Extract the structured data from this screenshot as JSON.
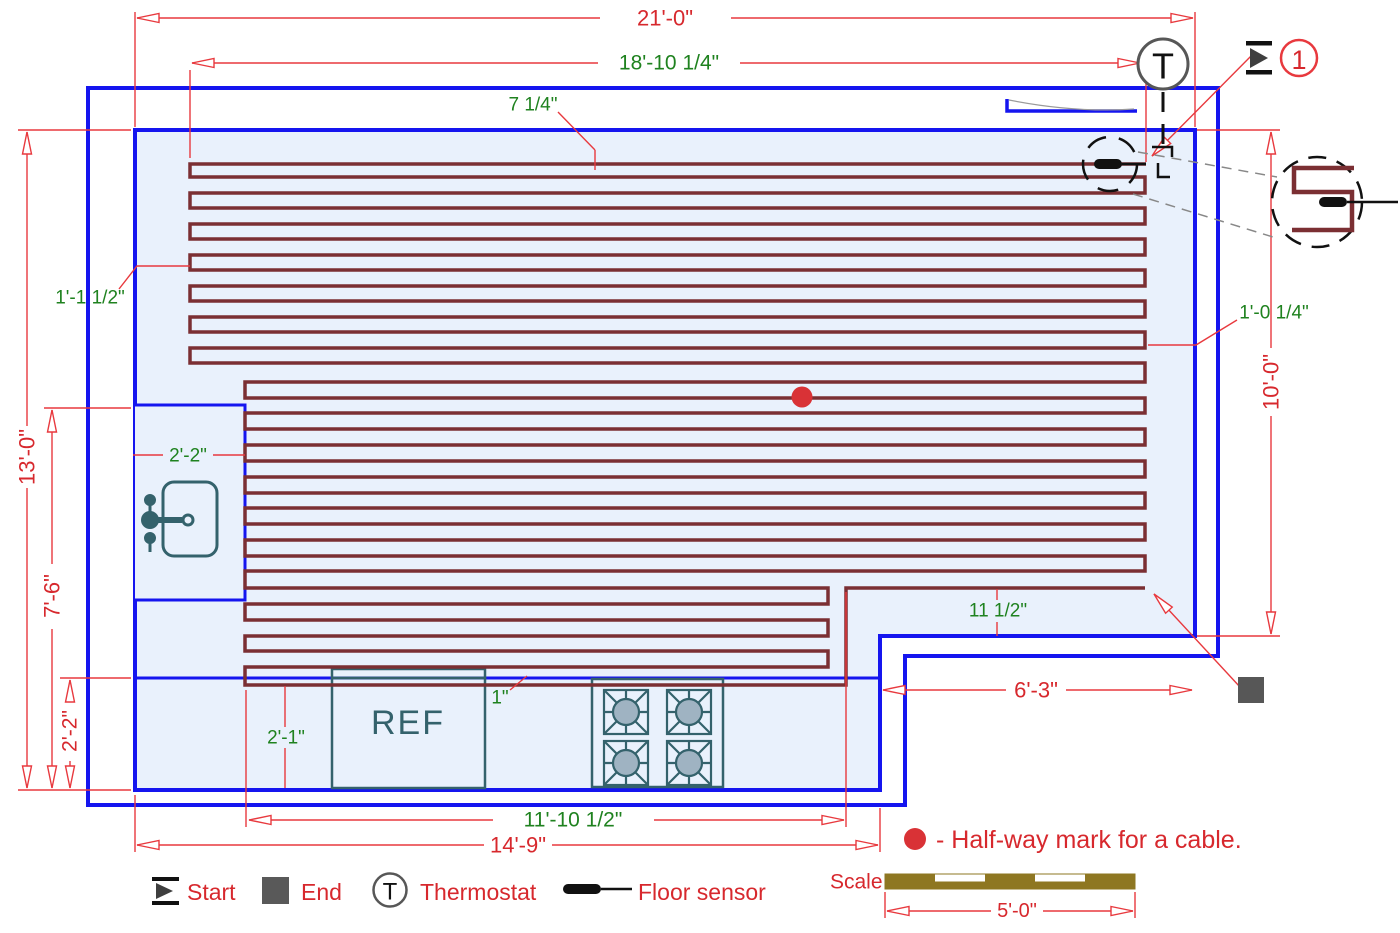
{
  "drawing": {
    "type": "floor-heating-cable-plan",
    "room": "kitchen"
  },
  "dimensions": {
    "overall_width": "21'-0\"",
    "heating_width": "18'-10 1/4\"",
    "top_offset": "7 1/4\"",
    "left_cable_offset": "1'-1 1/2\"",
    "sink_counter_width": "2'-2\"",
    "overall_height": "13'-0\"",
    "lower_left_height": "7'-6\"",
    "bottom_counter_height": "2'-2\"",
    "right_height": "10'-0\"",
    "right_cable_offset": "1'-0 1/4\"",
    "notch_offset": "11 1/2\"",
    "notch_width": "6'-3\"",
    "counter_span": "11'-10 1/2\"",
    "bottom_span": "14'-9\"",
    "counter_depth": "2'-1\"",
    "cable_gap": "1\"",
    "scale_span": "5'-0\""
  },
  "fixtures": {
    "refrigerator": "REF"
  },
  "thermostat": {
    "symbol": "T"
  },
  "callout": {
    "number": "1"
  },
  "legend": {
    "start": "Start",
    "end": "End",
    "thermostat": "Thermostat",
    "thermostat_symbol": "T",
    "floor_sensor": "Floor sensor"
  },
  "notes": {
    "halfway": "- Half-way mark for a cable.",
    "scale_label": "Scale"
  },
  "colors": {
    "wall_blue": "#1515EF",
    "floor_fill": "#E9F1FC",
    "cable_maroon": "#7B2F33",
    "dimension_red": "#E8393E",
    "dimension_green": "#1F821F",
    "fixture_teal": "#34626C",
    "scale_olive": "#8E7722",
    "symbol_gray": "#575757",
    "halfway_dot_red": "#D93236"
  }
}
